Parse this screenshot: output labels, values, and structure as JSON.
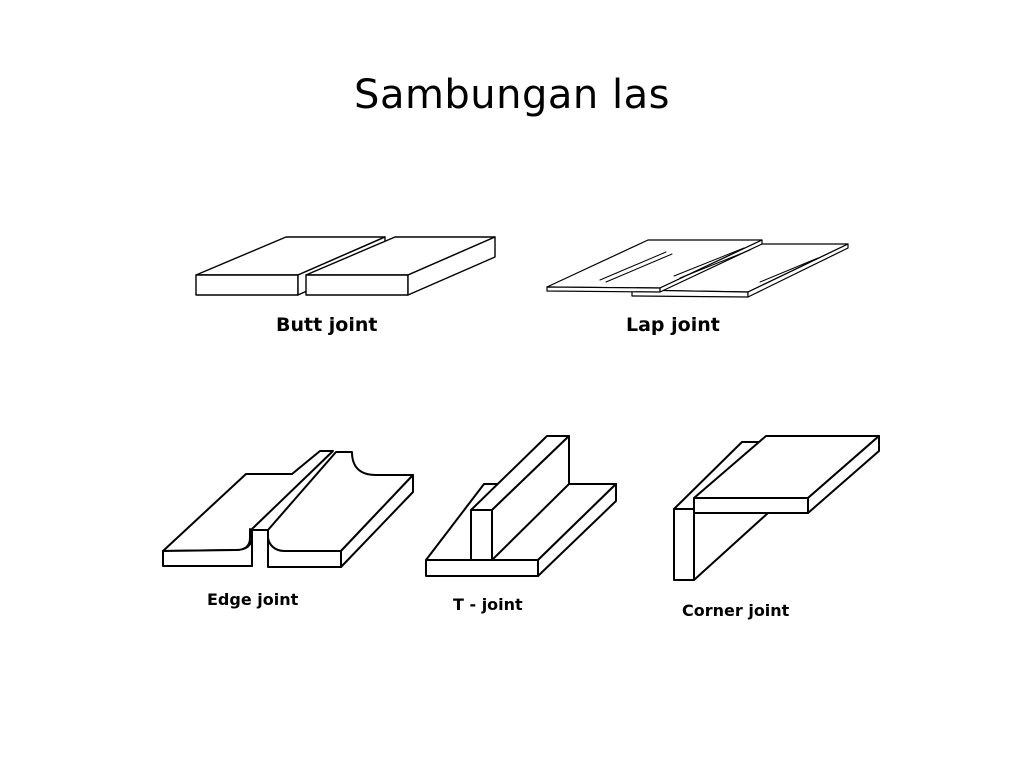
{
  "title": "Sambungan las",
  "joints": [
    {
      "id": "butt",
      "label": "Butt joint",
      "icon": "butt-joint-illustration"
    },
    {
      "id": "lap",
      "label": "Lap joint",
      "icon": "lap-joint-illustration"
    },
    {
      "id": "edge",
      "label": "Edge joint",
      "icon": "edge-joint-illustration"
    },
    {
      "id": "t",
      "label": "T - joint",
      "icon": "t-joint-illustration"
    },
    {
      "id": "corner",
      "label": "Corner joint",
      "icon": "corner-joint-illustration"
    }
  ]
}
